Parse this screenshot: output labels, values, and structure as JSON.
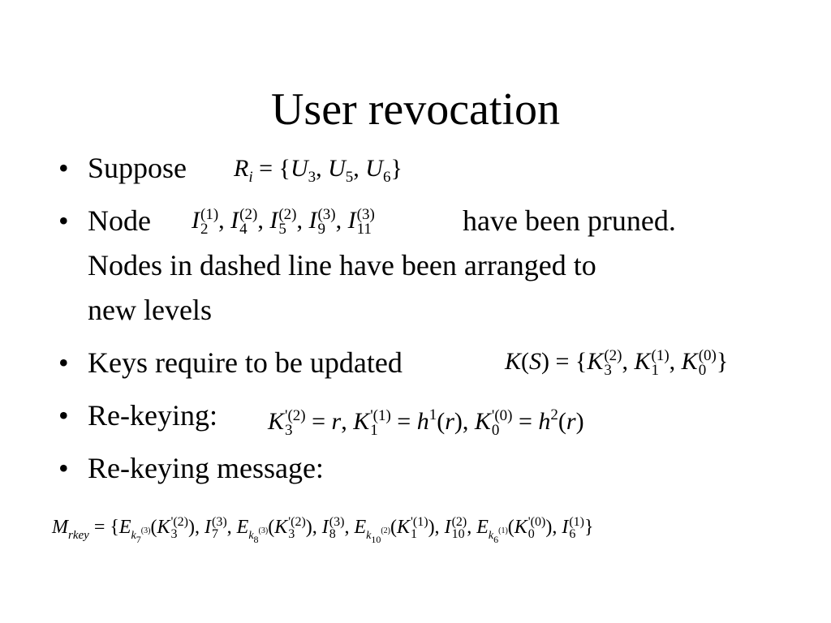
{
  "slide": {
    "title": "User revocation",
    "bullet_symbol": "•",
    "bullets": [
      {
        "text": "Suppose"
      },
      {
        "text": "Node",
        "text_after": "have been pruned.",
        "line2": "Nodes in dashed line have been arranged to",
        "line3": "new levels"
      },
      {
        "text": "Keys require to be updated"
      },
      {
        "text": "Re-keying:"
      },
      {
        "text": " Re-keying message:"
      }
    ]
  }
}
